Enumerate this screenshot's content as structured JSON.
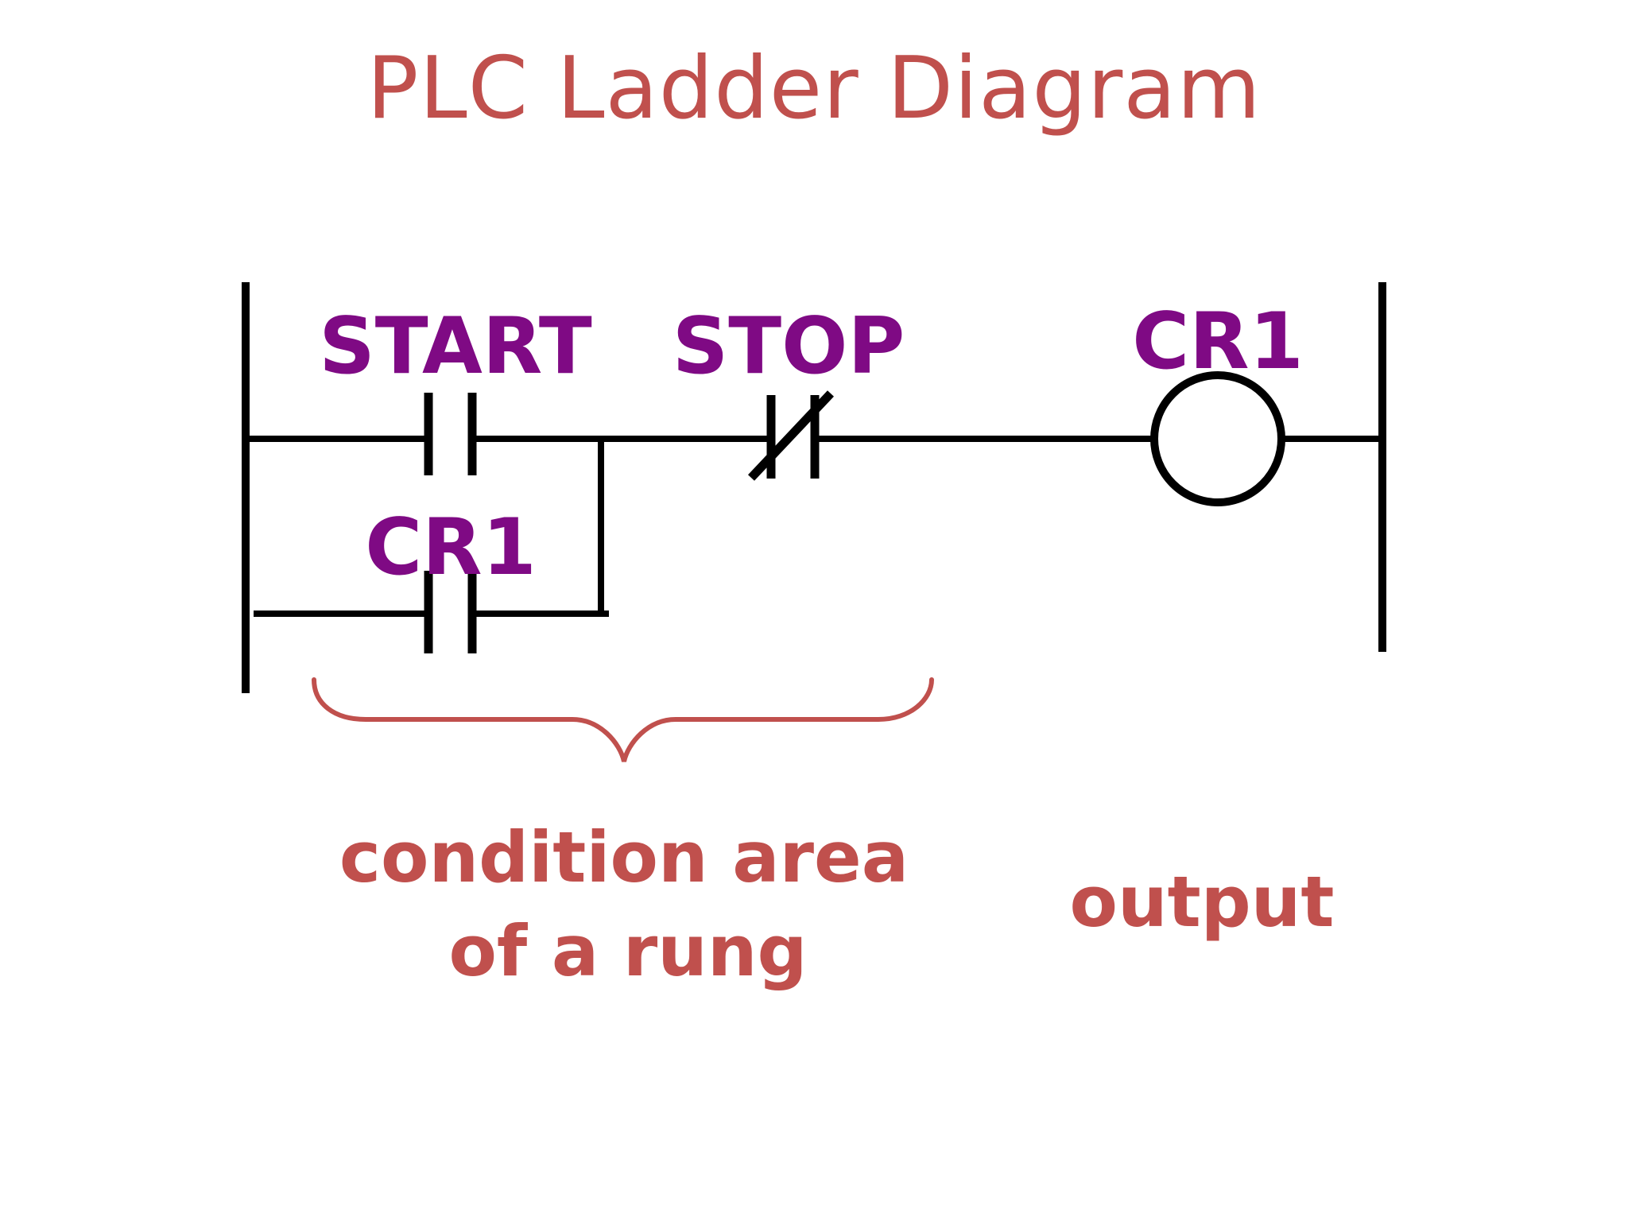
{
  "title": "PLC Ladder Diagram",
  "labels": {
    "start_contact": "START",
    "stop_contact": "STOP",
    "seal_in_contact": "CR1",
    "output_coil": "CR1",
    "condition_line1": "condition area",
    "condition_line2": "of a rung",
    "output_note": "output"
  },
  "colors": {
    "title": "#c0504d",
    "contact_label": "#7f0a84",
    "annotation": "#c0504d",
    "wire": "#000000",
    "brace": "#c0504d"
  }
}
